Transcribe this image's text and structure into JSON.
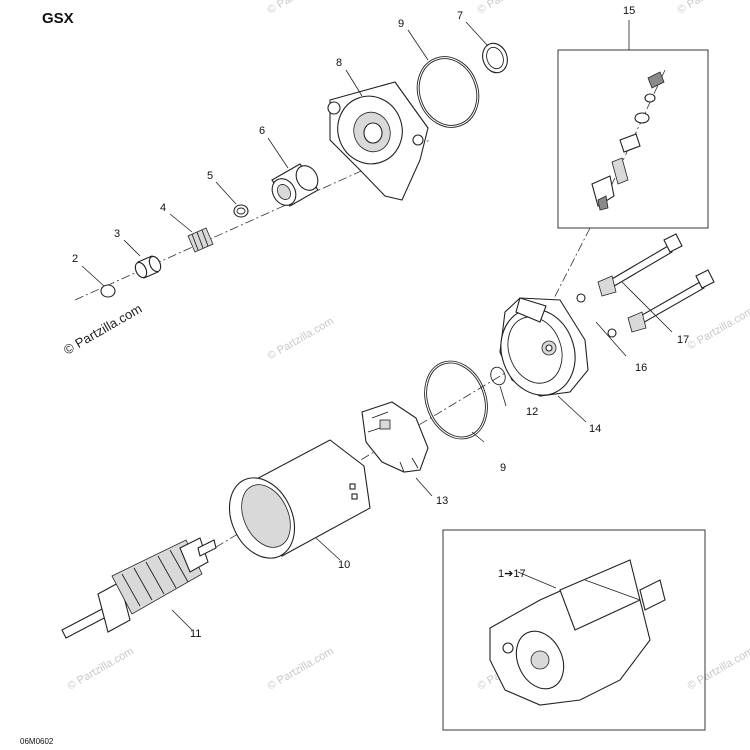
{
  "diagram": {
    "title": "GSX",
    "code": "06M0602",
    "watermark_main": "© Partzilla.com",
    "watermark_faint": "© Partzilla.com",
    "inset_label": "1➔17",
    "callouts": [
      {
        "id": "c2",
        "label": "2"
      },
      {
        "id": "c3",
        "label": "3"
      },
      {
        "id": "c4",
        "label": "4"
      },
      {
        "id": "c5",
        "label": "5"
      },
      {
        "id": "c6",
        "label": "6"
      },
      {
        "id": "c7",
        "label": "7"
      },
      {
        "id": "c8",
        "label": "8"
      },
      {
        "id": "c9a",
        "label": "9"
      },
      {
        "id": "c9b",
        "label": "9"
      },
      {
        "id": "c10",
        "label": "10"
      },
      {
        "id": "c11",
        "label": "11"
      },
      {
        "id": "c12",
        "label": "12"
      },
      {
        "id": "c13",
        "label": "13"
      },
      {
        "id": "c14",
        "label": "14"
      },
      {
        "id": "c15",
        "label": "15"
      },
      {
        "id": "c16",
        "label": "16"
      },
      {
        "id": "c17",
        "label": "17"
      }
    ]
  }
}
